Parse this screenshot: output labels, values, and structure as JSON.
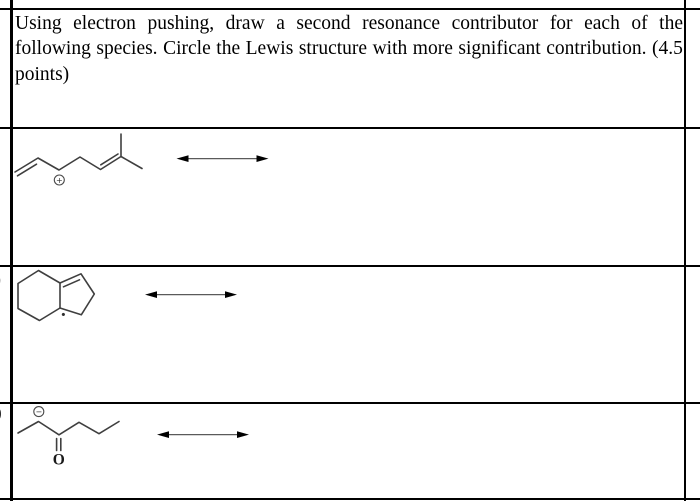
{
  "document": {
    "question": {
      "line1": "Using electron pushing, draw a second resonance contributor for each of the",
      "line2": "following species. Circle the Lewis structure with more significant contribution. (4.5",
      "line3": "points)"
    },
    "margin_labels": {
      "row_b_fragment": ")",
      "row_c_fragment": ")"
    },
    "structures": {
      "a": {
        "charge_symbol": "+"
      },
      "b": {
        "radical_symbol": "•"
      },
      "c": {
        "charge_symbol": "−",
        "atom_label_oxygen": "O"
      }
    },
    "colors": {
      "table_border": "#000000",
      "bond_line": "#3f3f3f",
      "arrow_shaft": "#5a5a5a",
      "arrow_head": "#000000"
    }
  }
}
